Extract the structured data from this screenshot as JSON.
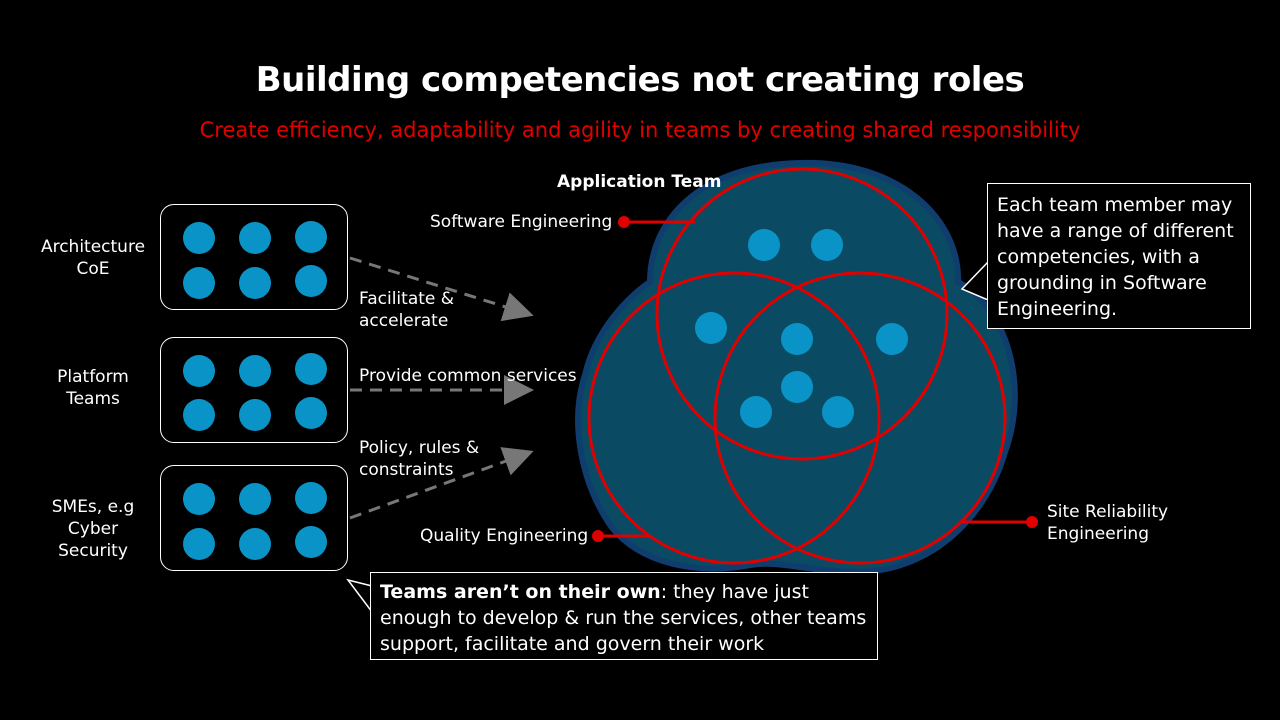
{
  "title": "Building competencies not creating roles",
  "subtitle": "Create efficiency, adaptability and agility in teams by creating shared responsibility",
  "left_groups": [
    {
      "label": "Architecture CoE"
    },
    {
      "label": "Platform Teams"
    },
    {
      "label": "SMEs, e.g Cyber Security"
    }
  ],
  "arrows": [
    {
      "label": "Facilitate & accelerate"
    },
    {
      "label": "Provide common services"
    },
    {
      "label": "Policy, rules & constraints"
    }
  ],
  "venn": {
    "heading": "Application Team",
    "circles": [
      "Software Engineering",
      "Quality Engineering",
      "Site Reliability Engineering"
    ]
  },
  "callout_right": "Each team member may have a range of different competencies, with a grounding in Software Engineering.",
  "callout_bottom": {
    "bold": "Teams aren’t on their own",
    "rest": ": they have just enough to develop & run the services, other teams support, facilitate and govern their work"
  },
  "colors": {
    "accent_red": "#e00000",
    "dot_blue": "#0a93c6",
    "blob": "#0b4a63"
  }
}
